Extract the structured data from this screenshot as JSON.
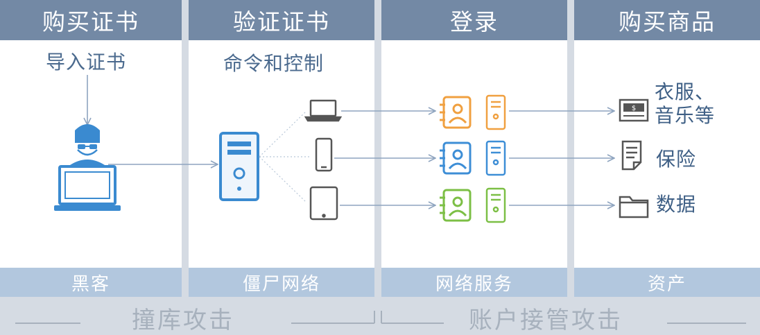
{
  "columns": [
    {
      "header": "购买证书",
      "footer": "黑客",
      "subtitle": "导入证书"
    },
    {
      "header": "验证证书",
      "footer": "僵尸网络",
      "subtitle": "命令和控制"
    },
    {
      "header": "登录",
      "footer": "网络服务"
    },
    {
      "header": "购买商品",
      "footer": "资产"
    }
  ],
  "assets": [
    {
      "label_line1": "衣服、",
      "label_line2": "音乐等",
      "icon": "money-icon"
    },
    {
      "label_line1": "保险",
      "icon": "document-icon"
    },
    {
      "label_line1": "数据",
      "icon": "folder-icon"
    }
  ],
  "phases": [
    {
      "label": "撞库攻击"
    },
    {
      "label": "账户接管攻击"
    }
  ],
  "colors": {
    "header_bg": "#7389a5",
    "footer_bg": "#b2c7de",
    "service_orange": "#f0a040",
    "service_blue": "#3d8ed6",
    "service_green": "#7cbf45",
    "primary_blue": "#3a8ad0",
    "arrow": "#8ea4bf"
  }
}
